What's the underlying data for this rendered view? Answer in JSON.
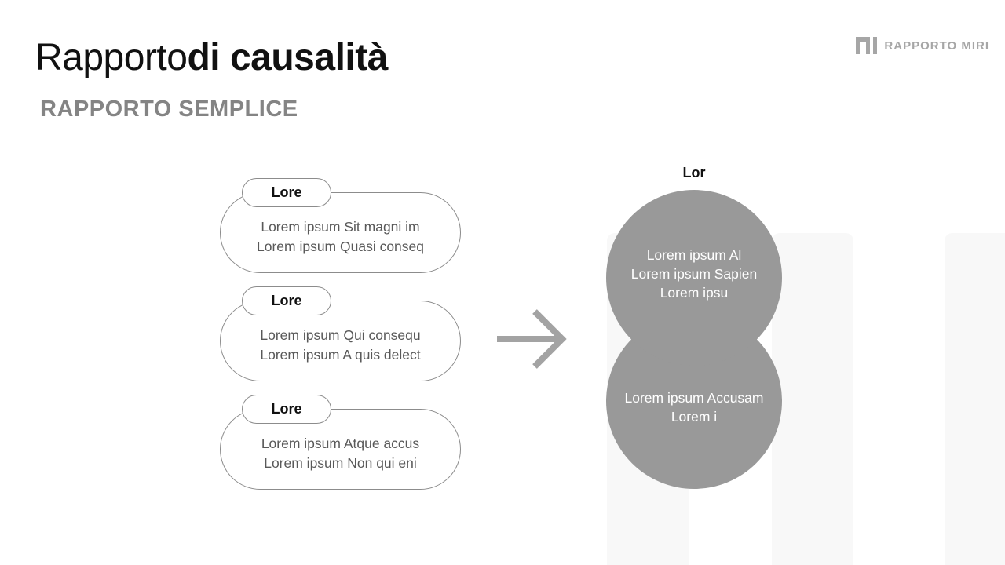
{
  "slide": {
    "title_regular": "Rapporto",
    "title_bold": "di causalità",
    "subtitle": "RAPPORTO SEMPLICE"
  },
  "logo": {
    "text": "RAPPORTO MIRI"
  },
  "pills": [
    {
      "label": "Lore",
      "line1": "Lorem ipsum Sit magni im",
      "line2": "Lorem ipsum Quasi conseq"
    },
    {
      "label": "Lore",
      "line1": "Lorem ipsum Qui consequ",
      "line2": "Lorem ipsum A quis delect"
    },
    {
      "label": "Lore",
      "line1": "Lorem ipsum Atque accus",
      "line2": "Lorem ipsum Non qui eni"
    }
  ],
  "result": {
    "label": "Lor",
    "circle1": {
      "line1": "Lorem ipsum Al",
      "line2": "Lorem ipsum Sapien",
      "line3": "Lorem ipsu"
    },
    "circle2": {
      "line1": "Lorem ipsum Accusam",
      "line2": "Lorem i"
    }
  },
  "colors": {
    "title_text": "#111111",
    "subtitle_gray": "#848484",
    "logo_gray": "#a6a6a6",
    "pill_border_gray": "#8c8c8c",
    "pill_text_gray": "#595959",
    "arrow_gray": "#a3a3a3",
    "circle_gray": "#999999",
    "circle_text": "#ffffff",
    "bg_bar_gray": "#f8f8f8",
    "background": "#ffffff"
  }
}
